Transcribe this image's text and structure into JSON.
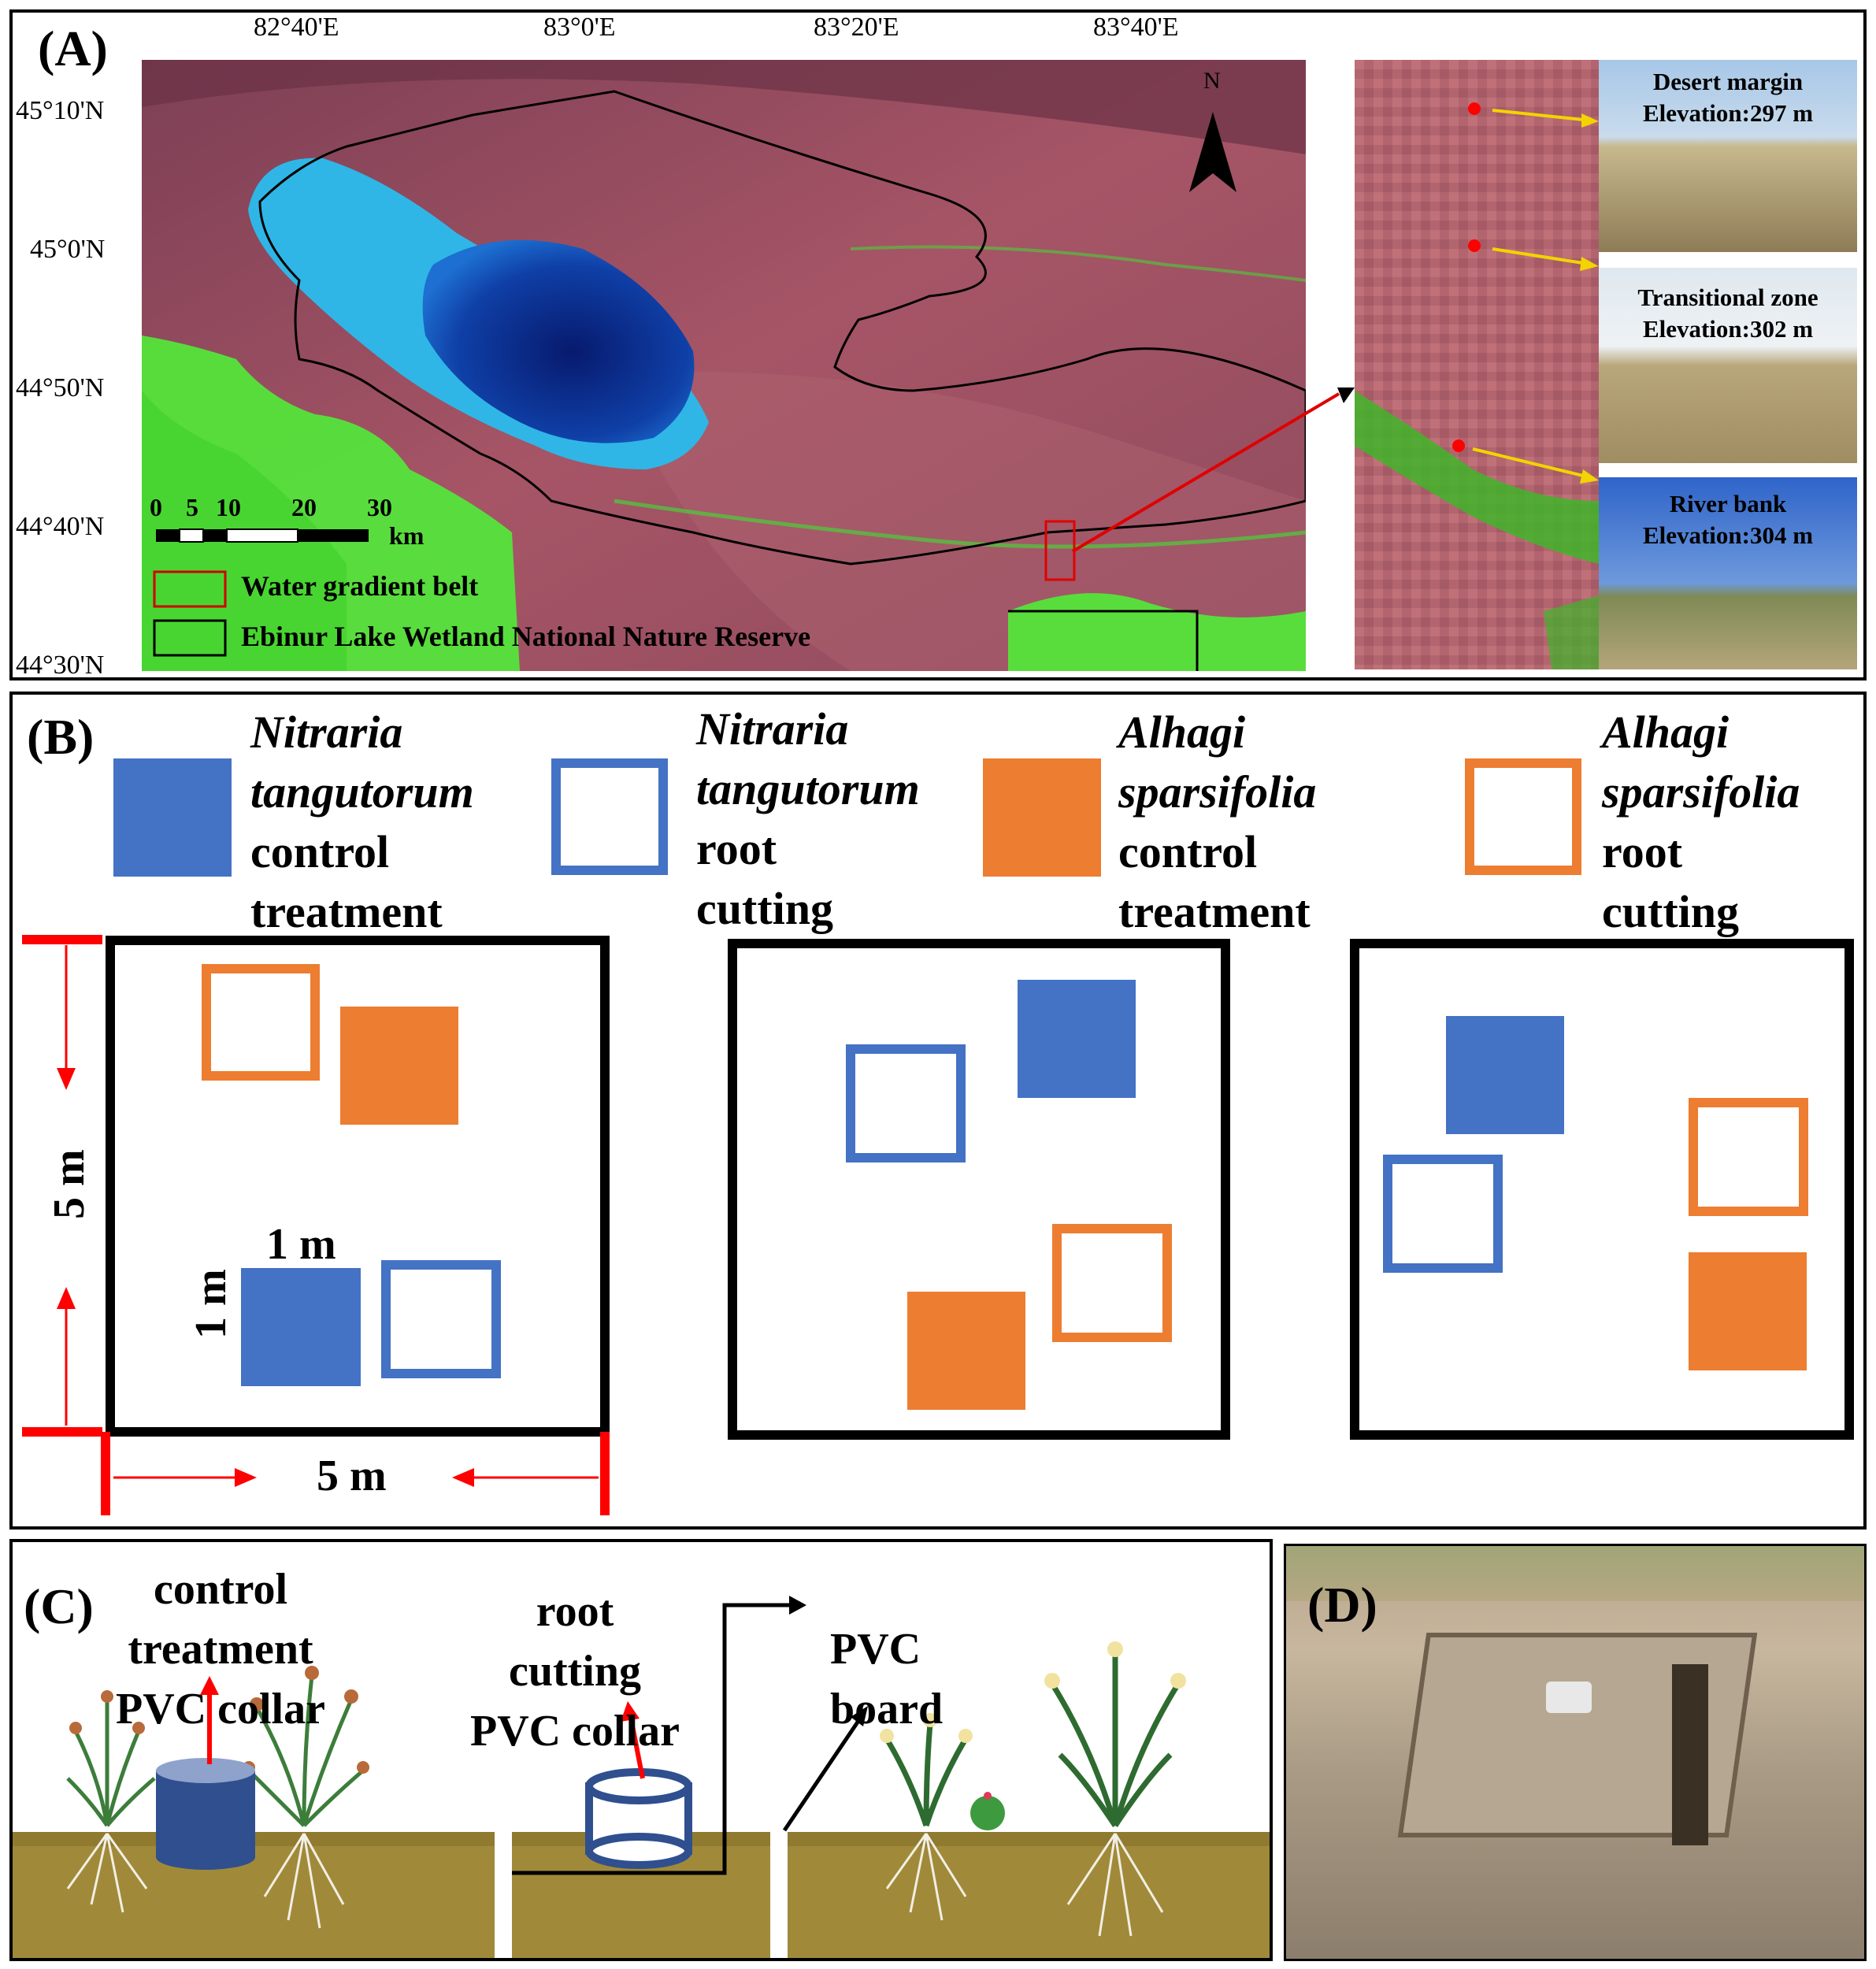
{
  "panels": {
    "a": {
      "label": "(A)"
    },
    "b": {
      "label": "(B)"
    },
    "c": {
      "label": "(C)"
    },
    "d": {
      "label": "(D)"
    }
  },
  "map": {
    "lon_labels": [
      "82°40'E",
      "83°0'E",
      "83°20'E",
      "83°40'E"
    ],
    "lat_labels": [
      "45°10'N",
      "45°0'N",
      "44°50'N",
      "44°40'N",
      "44°30'N"
    ],
    "north": "N",
    "scale_ticks": [
      "0",
      "5",
      "10",
      "20",
      "30"
    ],
    "scale_unit": "km",
    "legend": {
      "belt": "Water gradient belt",
      "reserve": "Ebinur Lake Wetland National Nature Reserve"
    },
    "colors": {
      "land": "#9a4a5e",
      "lake_deep": "#0c2b8a",
      "lake_shallow": "#2fb6e6",
      "vegetation": "#52e83a"
    }
  },
  "sites": [
    {
      "name": "Desert margin",
      "elevation": "Elevation:297 m"
    },
    {
      "name": "Transitional zone",
      "elevation": "Elevation:302 m"
    },
    {
      "name": "River bank",
      "elevation": "Elevation:304 m"
    }
  ],
  "legend_b": [
    {
      "species": [
        "Nitraria",
        "tangutorum"
      ],
      "treatment": [
        "control",
        "treatment"
      ],
      "style": "filled",
      "color": "#4472c4"
    },
    {
      "species": [
        "Nitraria",
        "tangutorum"
      ],
      "treatment": [
        "root",
        "cutting"
      ],
      "style": "outline",
      "color": "#4472c4"
    },
    {
      "species": [
        "Alhagi",
        "sparsifolia"
      ],
      "treatment": [
        "control",
        "treatment"
      ],
      "style": "filled",
      "color": "#ed7d31"
    },
    {
      "species": [
        "Alhagi",
        "sparsifolia"
      ],
      "treatment": [
        "root",
        "cutting"
      ],
      "style": "outline",
      "color": "#ed7d31"
    }
  ],
  "dimensions": {
    "plot_height": "5 m",
    "plot_width": "5 m",
    "sub_width": "1 m",
    "sub_height": "1 m"
  },
  "colors": {
    "blue": "#4472c4",
    "orange": "#ed7d31",
    "arrow_red": "#ff0000",
    "soil": "#a08a3a",
    "collar": "#2f4f8f"
  },
  "panel_c": {
    "control_label": [
      "control",
      "treatment",
      "PVC collar"
    ],
    "root_label": [
      "root",
      "cutting",
      "PVC collar"
    ],
    "board_label": [
      "PVC",
      "board"
    ]
  }
}
